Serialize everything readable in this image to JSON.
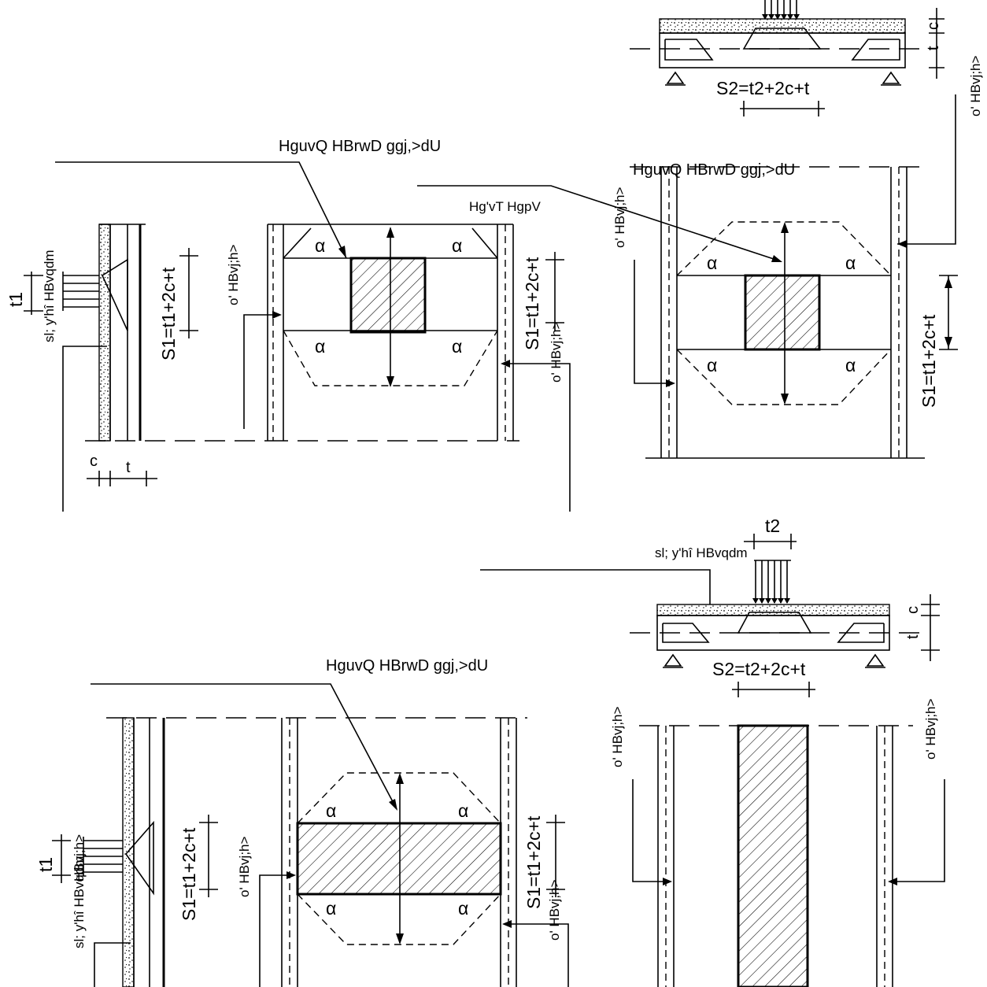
{
  "labels": {
    "perimeter": "HguvQ HBrwD ggj,>dU",
    "alpha": "α",
    "s1_formula": "S1=t1+2c+t",
    "s2_formula": "S2=t2+2c+t",
    "t1": "t1",
    "t2": "t2",
    "c": "c",
    "t": "t",
    "load": "sl; y'hî HBvqdm",
    "free_edge": "o' HBvj;h>",
    "free_edge_short": "HBvj;h>",
    "corner_note": "Hg'vT HgpV"
  }
}
